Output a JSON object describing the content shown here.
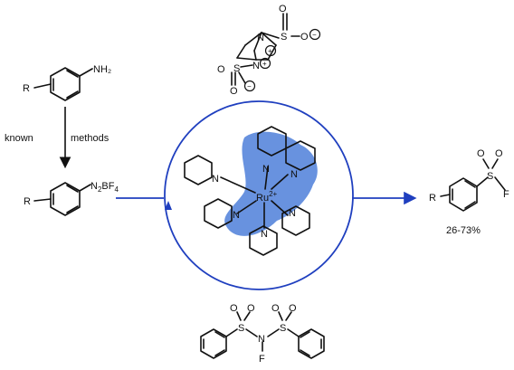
{
  "diagram": {
    "colors": {
      "accent": "#1f3fbf",
      "highlight": "#4d7fd9",
      "ink": "#111111"
    },
    "step_label_left": "known",
    "step_label_right": "methods",
    "yield": "26-73%",
    "atoms": {
      "nh2": "NH₂",
      "diazonium_n": "N",
      "diazonium_n_sub": "2",
      "diazonium_bf": "BF",
      "diazonium_bf_sub": "4",
      "r": "R",
      "f": "F",
      "s": "S",
      "o": "O",
      "n": "N",
      "ru": "Ru",
      "ru_charge": "2+",
      "plus": "+",
      "minus": "−"
    }
  }
}
